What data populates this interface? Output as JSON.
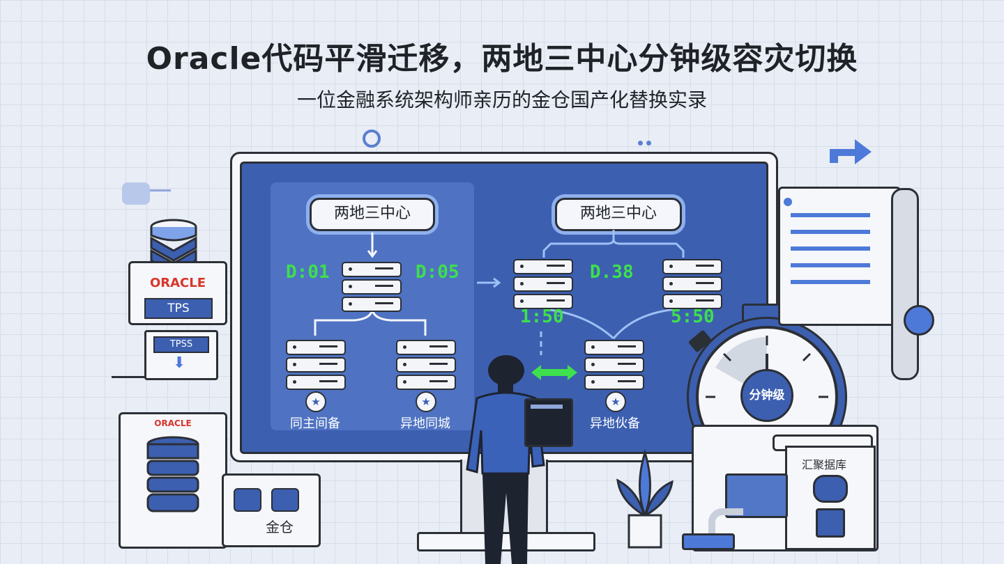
{
  "header": {
    "title": "Oracle代码平滑迁移，两地三中心分钟级容灾切换",
    "subtitle": "一位金融系统架构师亲历的金仓国产化替换实录"
  },
  "left_stack": {
    "brand": "ORACLE",
    "badge_top": "TPS",
    "badge_bottom": "TPSS",
    "db_brand": "ORACLE",
    "product_label": "金仓"
  },
  "screen": {
    "left_diagram": {
      "title": "两地三中心",
      "timer_left": "D:01",
      "timer_right": "D:05",
      "node_a_label": "同主间备",
      "node_b_label": "异地同城"
    },
    "right_diagram": {
      "title": "两地三中心",
      "timer_top": "D.38",
      "timer_left": "1:50",
      "timer_right": "5:50",
      "node_label": "异地伙备"
    }
  },
  "stopwatch": {
    "center_label": "分钟级"
  },
  "right_panel": {
    "sign_label": "汇聚据库"
  },
  "colors": {
    "primary_blue": "#3c5fb0",
    "timer_green": "#3ee04d",
    "outline": "#2b2f36",
    "background": "#e9edf5"
  }
}
